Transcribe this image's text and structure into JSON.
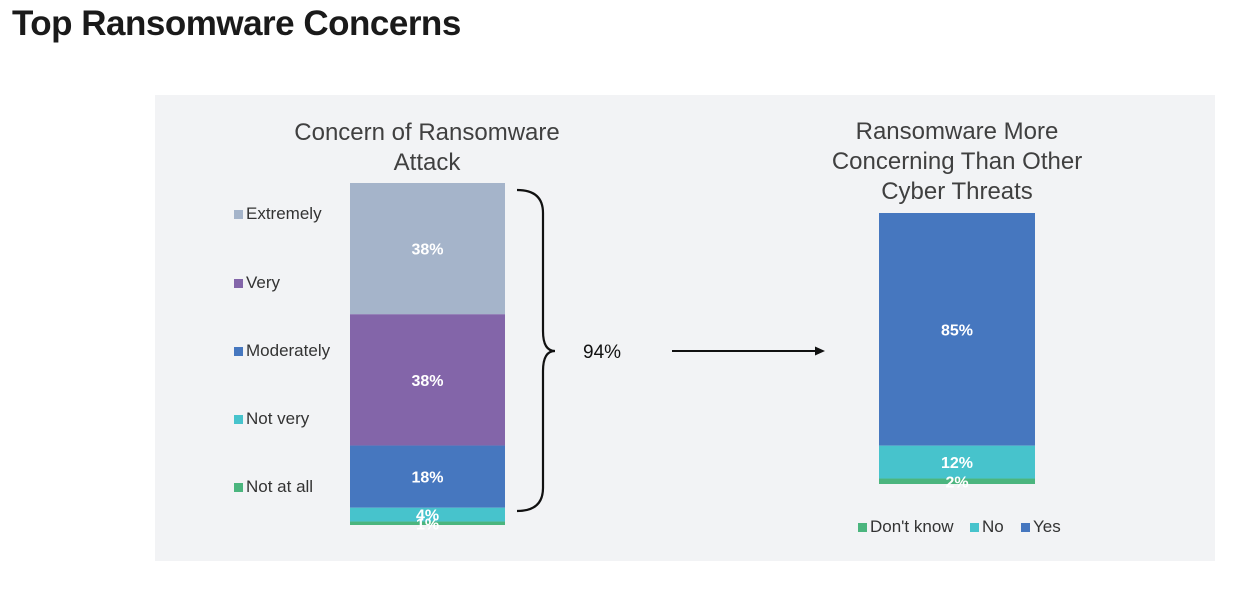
{
  "page": {
    "title": "Top Ransomware Concerns"
  },
  "chart_data": [
    {
      "type": "bar",
      "stacked": true,
      "title": "Concern of Ransomware Attack",
      "title_lines": [
        "Concern of Ransomware",
        "Attack"
      ],
      "series": [
        {
          "name": "Extremely",
          "value": 38,
          "label": "38%",
          "color": "#a5b4ca"
        },
        {
          "name": "Very",
          "value": 38,
          "label": "38%",
          "color": "#8365a9"
        },
        {
          "name": "Moderately",
          "value": 18,
          "label": "18%",
          "color": "#4677bf"
        },
        {
          "name": "Not very",
          "value": 4,
          "label": "4%",
          "color": "#47c3cc"
        },
        {
          "name": "Not at all",
          "value": 1,
          "label": "1%",
          "color": "#4bb57e"
        }
      ],
      "legend": "left",
      "bracket_label": "94%"
    },
    {
      "type": "bar",
      "stacked": true,
      "title": "Ransomware More Concerning Than Other Cyber Threats",
      "title_lines": [
        "Ransomware More",
        "Concerning Than Other",
        "Cyber Threats"
      ],
      "series": [
        {
          "name": "Yes",
          "value": 85,
          "label": "85%",
          "color": "#4677bf"
        },
        {
          "name": "No",
          "value": 12,
          "label": "12%",
          "color": "#47c3cc"
        },
        {
          "name": "Don't know",
          "value": 2,
          "label": "2%",
          "color": "#4bb57e"
        }
      ],
      "legend_order": [
        "Don't know",
        "No",
        "Yes"
      ],
      "legend": "bottom"
    }
  ]
}
